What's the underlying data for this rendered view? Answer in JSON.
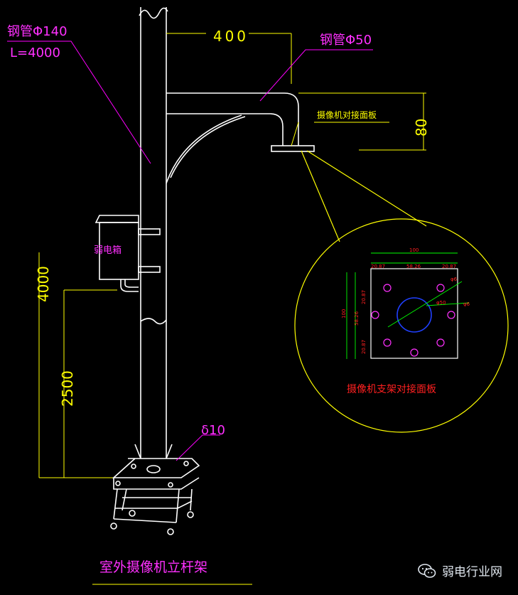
{
  "labels": {
    "main_pipe": "钢管Φ140",
    "main_len": "L=4000",
    "arm_pipe": "钢管Φ50",
    "dim_arm": "400",
    "dim_drop": "80",
    "dim_total": "4000",
    "dim_box_h": "2500",
    "plate_label": "摄像机对接面板",
    "box_label": "弱电箱",
    "weld": "δ10",
    "detail_title": "摄像机支架对接面板",
    "drawing_title": "室外摄像机立杆架"
  },
  "detail_dims": {
    "top": "100",
    "seg_left": "20.87",
    "seg_mid": "58.26",
    "seg_right": "20.87",
    "side_total": "100",
    "side_a": "20.87",
    "side_b": "58.26",
    "side_c": "20.87",
    "diag1": "φ6",
    "diag2": "φ6",
    "diag3": "φ50"
  },
  "watermark": {
    "text": "弱电行业网",
    "icon": "wechat-icon"
  },
  "colors": {
    "line": "#ffffff",
    "dim": "#ffff00",
    "leader": "#ff00ff",
    "green": "#00ff00",
    "red": "#ff2020",
    "blue": "#2040ff",
    "magenta_text": "#ff30ff"
  }
}
